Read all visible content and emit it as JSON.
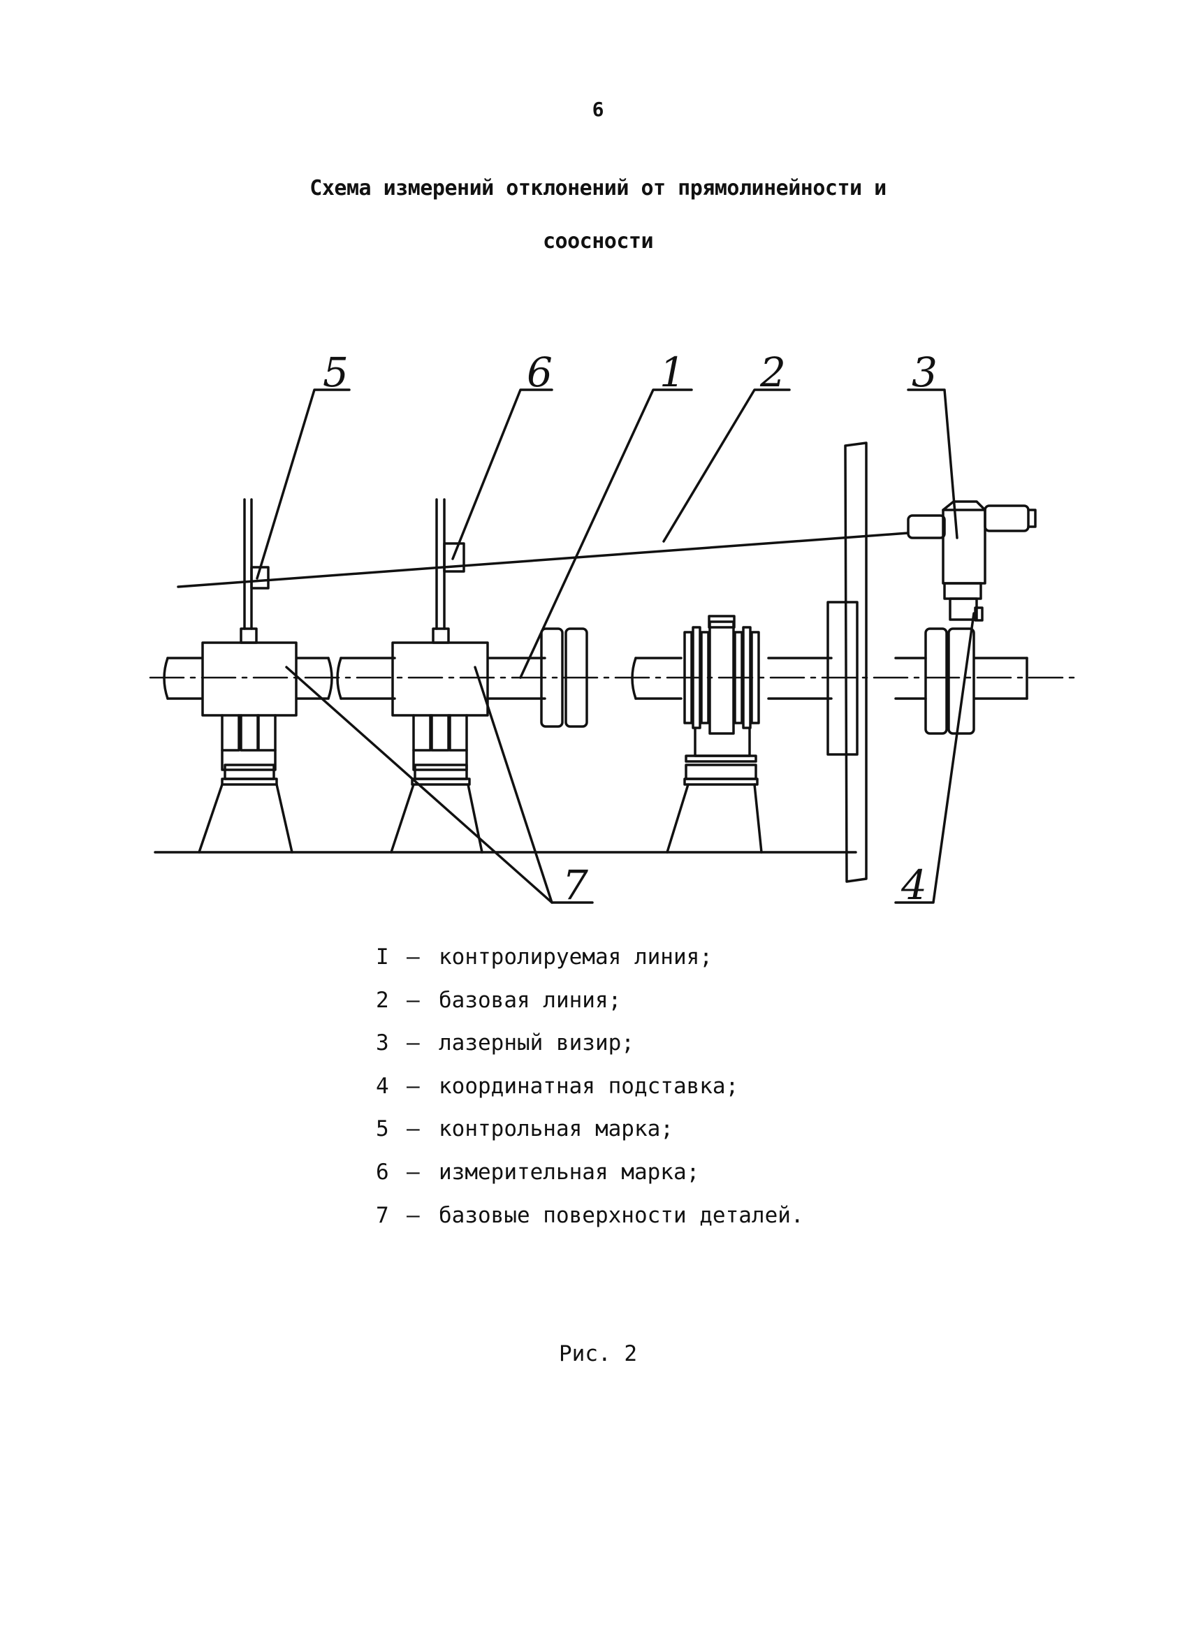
{
  "page": {
    "number": "6"
  },
  "title": {
    "line1": "Схема измерений отклонений от прямолинейности и",
    "line2": "соосности"
  },
  "figure": {
    "callouts": [
      "5",
      "6",
      "1",
      "2",
      "3",
      "7",
      "4"
    ]
  },
  "legend": [
    {
      "num": "I",
      "text": "контролируемая линия;"
    },
    {
      "num": "2",
      "text": "базовая линия;"
    },
    {
      "num": "3",
      "text": "лазерный визир;"
    },
    {
      "num": "4",
      "text": "координатная подставка;"
    },
    {
      "num": "5",
      "text": "контрольная марка;"
    },
    {
      "num": "6",
      "text": "измерительная марка;"
    },
    {
      "num": "7",
      "text": "базовые поверхности деталей."
    }
  ],
  "caption": "Рис. 2"
}
